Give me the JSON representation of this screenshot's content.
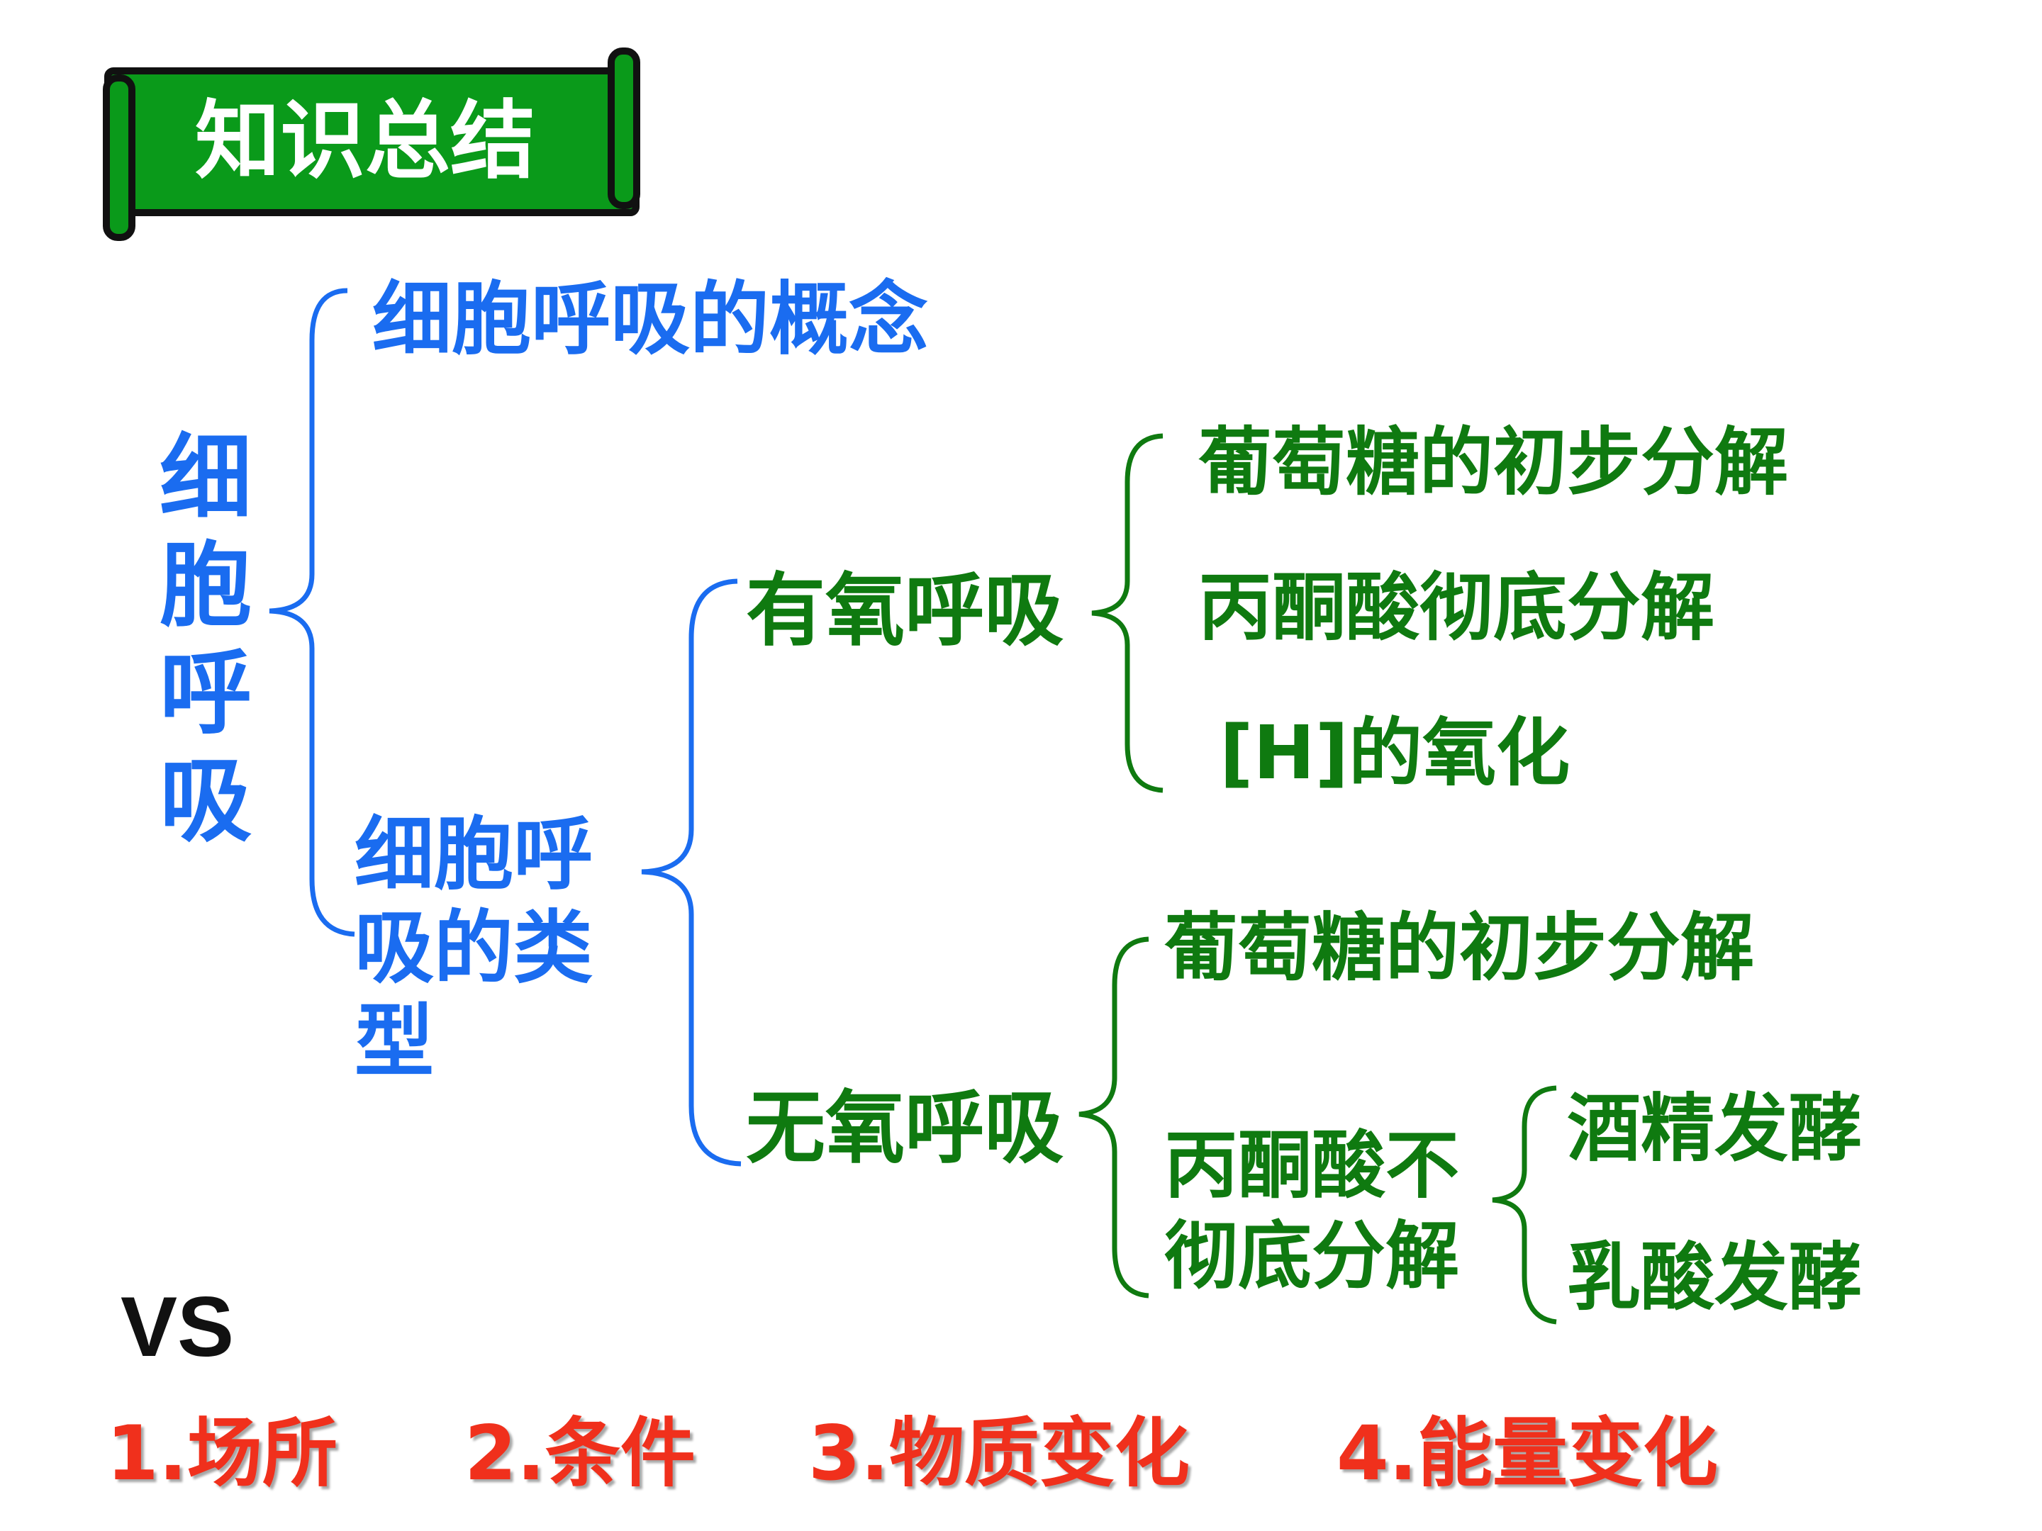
{
  "banner": {
    "title": "知识总结"
  },
  "root": {
    "label": "细胞呼吸"
  },
  "branch_concept": {
    "label": "细胞呼吸的概念"
  },
  "branch_types": {
    "label": "细胞呼吸的类型"
  },
  "aerobic": {
    "label": "有氧呼吸",
    "steps": [
      "葡萄糖的初步分解",
      "丙酮酸彻底分解",
      "[H]的氧化"
    ]
  },
  "anaerobic": {
    "label": "无氧呼吸",
    "step1": "葡萄糖的初步分解",
    "step2": "丙酮酸不彻底分解",
    "fermentations": [
      "酒精发酵",
      "乳酸发酵"
    ]
  },
  "compare": {
    "vs": "VS",
    "items": [
      "1.场所",
      "2.条件",
      "3.物质变化",
      "4.能量变化"
    ]
  },
  "colors": {
    "blue": "#1a6cf0",
    "green": "#0f7a10",
    "red": "#f0301c",
    "banner_green": "#0a9a1a"
  }
}
